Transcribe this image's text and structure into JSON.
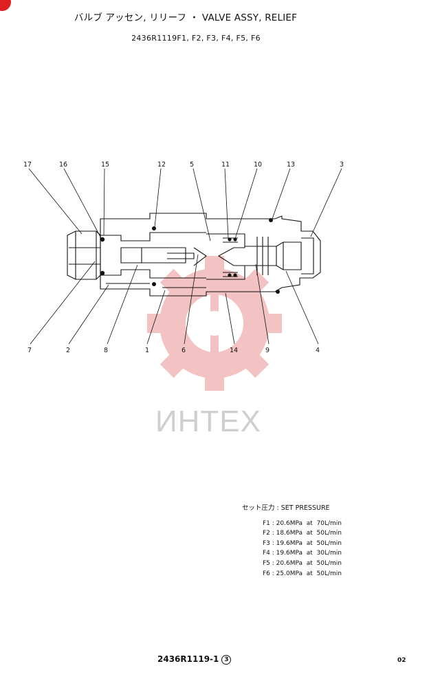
{
  "header": {
    "title": "バルブ アッセン, リリーフ ・ VALVE ASSY, RELIEF",
    "subtitle": "2436R1119F1, F2, F3, F4, F5, F6"
  },
  "callouts": {
    "top": [
      "17",
      "16",
      "15",
      "12",
      "5",
      "11",
      "10",
      "13",
      "3"
    ],
    "bottom": [
      "7",
      "2",
      "8",
      "1",
      "6",
      "14",
      "9",
      "4"
    ]
  },
  "watermark": {
    "text": "ИНТЕХ",
    "color": "#f2b8b8"
  },
  "specs": {
    "heading": "セット圧力 : SET PRESSURE",
    "rows": [
      "F1 : 20.6MPa  at  70L/min",
      "F2 : 18.6MPa  at  50L/min",
      "F3 : 19.6MPa  at  50L/min",
      "F4 : 19.6MPa  at  30L/min",
      "F5 : 20.6MPa  at  50L/min",
      "F6 : 25.0MPa  at  50L/min"
    ]
  },
  "footer": {
    "drawing_code": "2436R1119-1",
    "revision": "3",
    "page": "02"
  },
  "colors": {
    "line": "#111111",
    "accent": "#e02020"
  }
}
